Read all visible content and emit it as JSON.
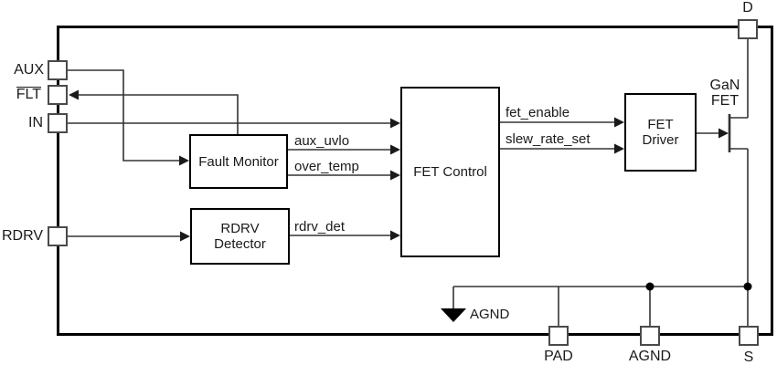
{
  "pins": {
    "aux": {
      "label": "AUX"
    },
    "flt": {
      "label": "FLT"
    },
    "in": {
      "label": "IN"
    },
    "rdrv": {
      "label": "RDRV"
    },
    "d": {
      "label": "D"
    },
    "pad": {
      "label": "PAD"
    },
    "agnd": {
      "label": "AGND"
    },
    "s": {
      "label": "S"
    }
  },
  "blocks": {
    "fault_monitor": {
      "label": "Fault Monitor"
    },
    "rdrv_detector": {
      "line1": "RDRV",
      "line2": "Detector"
    },
    "fet_control": {
      "label": "FET Control"
    },
    "fet_driver": {
      "line1": "FET",
      "line2": "Driver"
    }
  },
  "signals": {
    "aux_uvlo": "aux_uvlo",
    "over_temp": "over_temp",
    "rdrv_det": "rdrv_det",
    "fet_enable": "fet_enable",
    "slew_rate_set": "slew_rate_set"
  },
  "annotations": {
    "gan_fet": {
      "line1": "GaN",
      "line2": "FET"
    },
    "agnd_symbol": "AGND"
  },
  "colors": {
    "wire": "#333333",
    "outline": "#000000",
    "background": "#ffffff"
  }
}
